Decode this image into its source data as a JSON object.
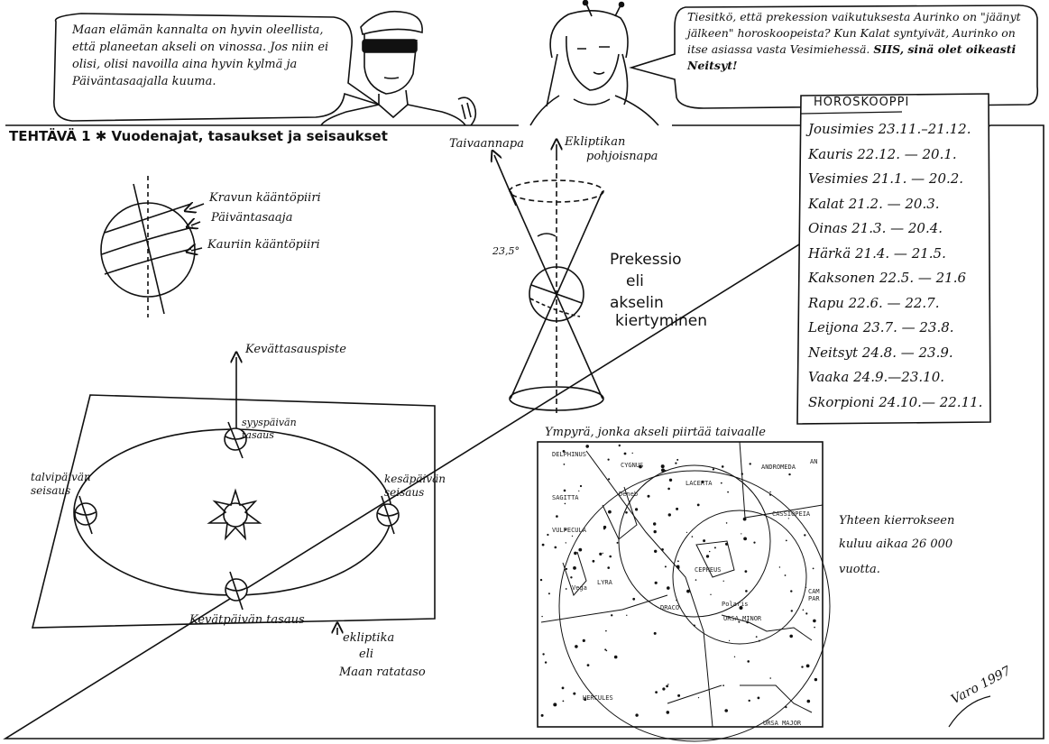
{
  "bubbles": {
    "left": "Maan elämän kannalta on hyvin oleellista, että planeetan akseli on vinossa. Jos niin ei olisi, olisi navoilla aina hyvin kylmä ja Päiväntasaajalla kuuma.",
    "right_part1": "Tiesitkö, että prekession vaikutuksesta Aurinko on \"jäänyt jälkeen\" horoskoopeista? Kun Kalat syntyivät, Aurinko on itse asiassa vasta Vesimiehessä.",
    "right_part2": "SIIS, sinä olet oikeasti Neitsyt!"
  },
  "task": {
    "title": "TEHTÄVÄ 1 ✱ Vuodenajat, tasaukset ja seisaukset"
  },
  "globe": {
    "labels": [
      "Kravun kääntöpiiri",
      "Päiväntasaaja",
      "Kauriin kääntöpiiri"
    ]
  },
  "orbit": {
    "spring_point": "Kevättasauspiste",
    "autumn": "syyspäivän tasaus",
    "winter": "talvipäivän seisaus",
    "summer": "kesäpäivän seisaus",
    "spring": "Kevätpäivän tasaus",
    "ecliptic": [
      "ekliptika",
      "eli",
      "Maan ratataso"
    ]
  },
  "precession": {
    "celestial_pole": "Taivaannapa",
    "ecliptic_pole": [
      "Ekliptikan",
      "pohjoisnapa"
    ],
    "angle": "23,5°",
    "title": [
      "Prekessio",
      "eli",
      "akselin",
      "kiertyminen"
    ]
  },
  "horoscope": {
    "title": "HOROSKOOPPI",
    "signs": [
      {
        "name": "Jousimies",
        "dates": "23.11.–21.12."
      },
      {
        "name": "Kauris",
        "dates": "22.12. — 20.1."
      },
      {
        "name": "Vesimies",
        "dates": "21.1. — 20.2."
      },
      {
        "name": "Kalat",
        "dates": "21.2. — 20.3."
      },
      {
        "name": "Oinas",
        "dates": "21.3. — 20.4."
      },
      {
        "name": "Härkä",
        "dates": "21.4. — 21.5."
      },
      {
        "name": "Kaksonen",
        "dates": "22.5. — 21.6"
      },
      {
        "name": "Rapu",
        "dates": "22.6. — 22.7."
      },
      {
        "name": "Leijona",
        "dates": "23.7. — 23.8."
      },
      {
        "name": "Neitsyt",
        "dates": "24.8. — 23.9."
      },
      {
        "name": "Vaaka",
        "dates": "24.9.—23.10."
      },
      {
        "name": "Skorpioni",
        "dates": "24.10.— 22.11."
      }
    ]
  },
  "starmap": {
    "title": "Ympyrä, jonka akseli piirtää taivaalle",
    "constellations": [
      "DELPHINUS",
      "SAGITTA",
      "VULPECULA",
      "CYGNUS",
      "Deneb",
      "LACERTA",
      "ANDROMEDA",
      "CASSIOPEIA",
      "CEPHEUS",
      "LYRA",
      "Vega",
      "DRACO",
      "Polaris",
      "URSA MINOR",
      "HERCULES",
      "URSA MAJOR",
      "CAM",
      "PAR",
      "AN"
    ]
  },
  "cycle_note": [
    "Yhteen kierrokseen",
    "kuluu aikaa 26 000",
    "vuotta."
  ],
  "signature": "Varo 1997"
}
